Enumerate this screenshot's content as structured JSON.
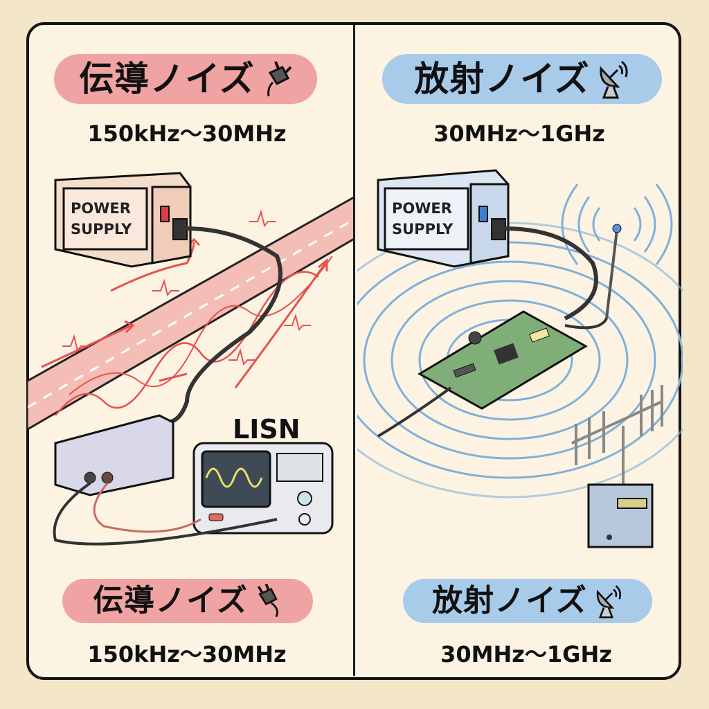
{
  "left_panel": {
    "title": "伝導ノイズ",
    "title_icon": "plug-icon",
    "frequency_range": "150kHz～30MHz",
    "power_supply_label_line1": "POWER",
    "power_supply_label_line2": "SUPPLY",
    "lisn_label": "LISN",
    "accent_color": "#f0a3a3",
    "bottom_title": "伝導ノイズ",
    "bottom_frequency_range": "150kHz～30MHz"
  },
  "right_panel": {
    "title": "放射ノイズ",
    "title_icon": "satellite-dish-icon",
    "frequency_range": "30MHz～1GHz",
    "power_supply_label_line1": "POWER",
    "power_supply_label_line2": "SUPPLY",
    "accent_color": "#a9cbea",
    "bottom_title": "放射ノイズ",
    "bottom_frequency_range": "30MHz～1GHz"
  },
  "colors": {
    "background": "#f4e6c8",
    "panel": "#fcf3e2",
    "noise_red": "#e8504f",
    "wave_blue": "#7fb0dc"
  }
}
